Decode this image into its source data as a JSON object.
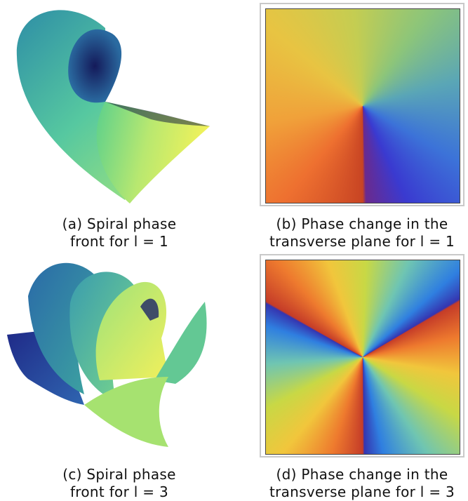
{
  "figures": [
    {
      "id": "a",
      "caption_line1": "(a)  Spiral phase",
      "caption_line2": "front for l  =  1"
    },
    {
      "id": "b",
      "caption_line1": "(b)  Phase change in the",
      "caption_line2": "transverse plane for l = 1"
    },
    {
      "id": "c",
      "caption_line1": "(c)  Spiral phase",
      "caption_line2": "front for l  =  3"
    },
    {
      "id": "d",
      "caption_line1": "(d)  Phase change in the",
      "caption_line2": "transverse plane for l = 3"
    }
  ],
  "colors": {
    "colormap_phase": [
      "#c84423",
      "#ee7030",
      "#f0a13a",
      "#e8c442",
      "#c4cd52",
      "#8cc57a",
      "#5aa6b6",
      "#3c73d8",
      "#3a3ad0",
      "#6a2a8e"
    ],
    "colormap_surface": [
      "#1c2a78",
      "#2a5fa0",
      "#33a0a6",
      "#72d48e",
      "#d8ef6a"
    ]
  }
}
